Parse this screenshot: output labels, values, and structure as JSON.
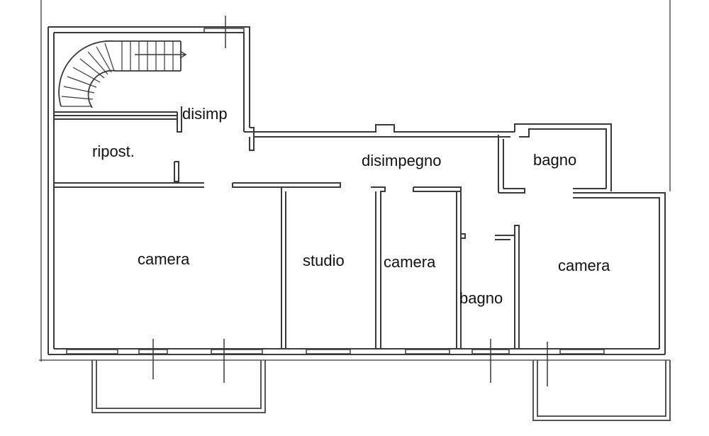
{
  "colors": {
    "background": "#ffffff",
    "wall": "#3a3a3a",
    "wall_thin": "#555555",
    "label": "#111111"
  },
  "rooms": [
    {
      "key": "disimp",
      "label": "disimp"
    },
    {
      "key": "ripost",
      "label": "ripost."
    },
    {
      "key": "disimpegno",
      "label": "disimpegno"
    },
    {
      "key": "bagno_top",
      "label": "bagno"
    },
    {
      "key": "camera_left",
      "label": "camera"
    },
    {
      "key": "studio",
      "label": "studio"
    },
    {
      "key": "camera_mid",
      "label": "camera"
    },
    {
      "key": "bagno_small",
      "label": "bagno"
    },
    {
      "key": "camera_right",
      "label": "camera"
    }
  ]
}
